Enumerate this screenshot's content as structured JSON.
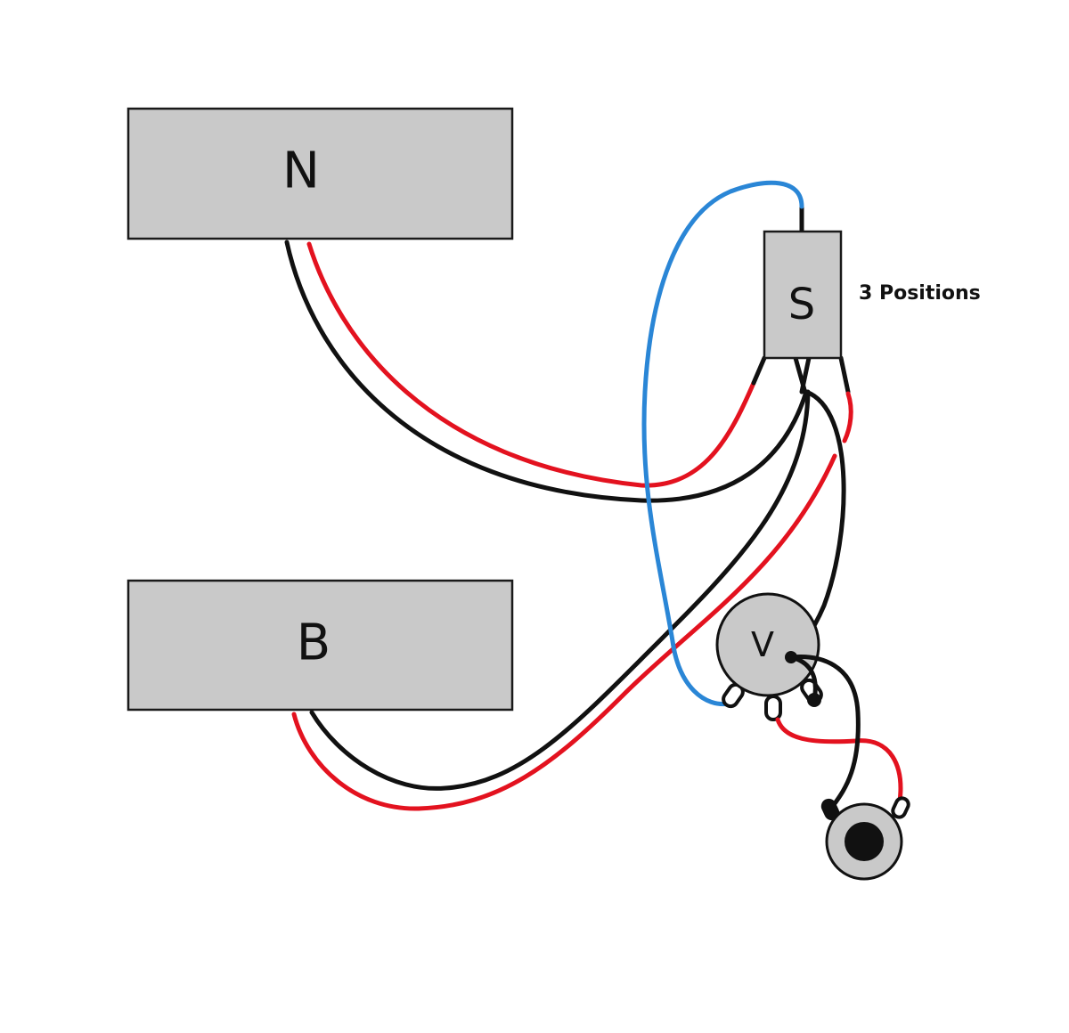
{
  "title": "Guitar wiring diagram: two pickups, 3-position switch, volume pot, output jack",
  "colors": {
    "component_fill": "#c9c9c9",
    "outline": "#1a1a1a",
    "wire_hot": "#e3121f",
    "wire_ground": "#111111",
    "wire_switch_out": "#2a86d6"
  },
  "components": {
    "neck_pickup": {
      "label": "N"
    },
    "bridge_pickup": {
      "label": "B"
    },
    "switch": {
      "label": "S",
      "note": "3 Positions"
    },
    "volume_pot": {
      "label": "V"
    },
    "output_jack": {
      "label": ""
    }
  },
  "wires": [
    {
      "from": "neck_pickup",
      "to": "switch",
      "color": "red"
    },
    {
      "from": "neck_pickup",
      "to": "switch",
      "color": "black"
    },
    {
      "from": "bridge_pickup",
      "to": "switch",
      "color": "red"
    },
    {
      "from": "bridge_pickup",
      "to": "switch",
      "color": "black"
    },
    {
      "from": "switch",
      "to": "volume_pot",
      "color": "blue"
    },
    {
      "from": "switch",
      "to": "volume_pot",
      "color": "black"
    },
    {
      "from": "volume_pot",
      "to": "output_jack",
      "color": "red"
    },
    {
      "from": "volume_pot",
      "to": "output_jack",
      "color": "black"
    }
  ]
}
